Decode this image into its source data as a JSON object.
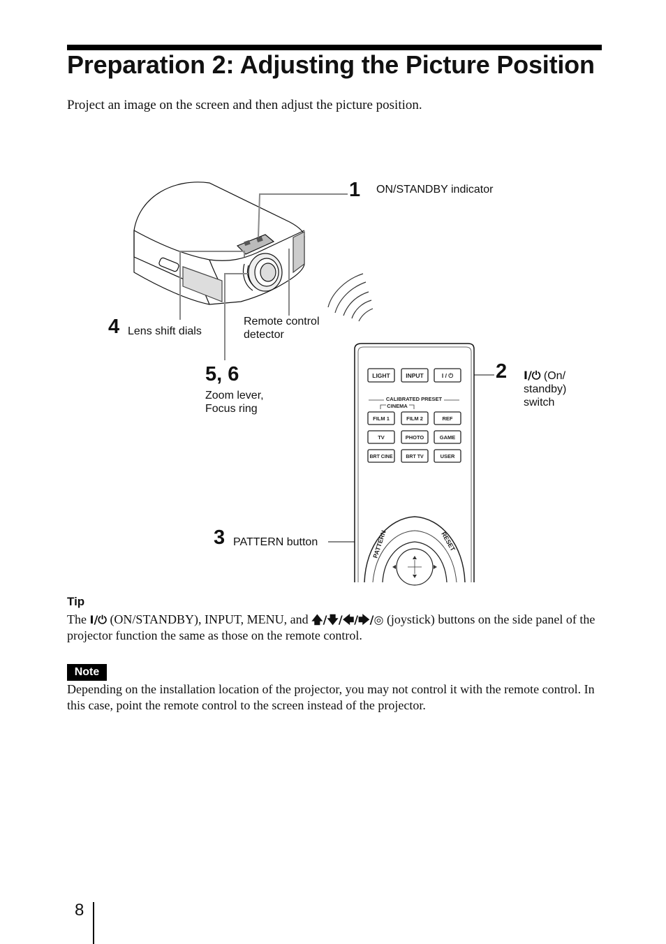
{
  "header": {
    "title": "Preparation 2: Adjusting the Picture Position",
    "intro": "Project an image on the screen and then adjust the picture position."
  },
  "figure": {
    "callouts": {
      "c1": {
        "number": "1",
        "label": "ON/STANDBY indicator"
      },
      "c2": {
        "number": "2",
        "power_symbol": "I/⏻",
        "label_line1": "(On/",
        "label_line2": "standby)",
        "label_line3": "switch"
      },
      "c3": {
        "number": "3",
        "label": "PATTERN button"
      },
      "c4": {
        "number": "4",
        "label": "Lens shift dials"
      },
      "c56": {
        "number": "5, 6",
        "label_line1": "Zoom lever,",
        "label_line2": "Focus ring"
      },
      "remote_detector": {
        "label_line1": "Remote control",
        "label_line2": "detector"
      }
    },
    "remote": {
      "row1": [
        "LIGHT",
        "INPUT",
        "I / ⏻"
      ],
      "calibrated_label": "CALIBRATED PRESET",
      "cinema_label": "CINEMA",
      "row2": [
        "FILM 1",
        "FILM 2",
        "REF"
      ],
      "row3": [
        "TV",
        "PHOTO",
        "GAME"
      ],
      "row4": [
        "BRT CINE",
        "BRT TV",
        "USER"
      ],
      "pattern_label": "PATTERN",
      "reset_label": "RESET"
    }
  },
  "tip": {
    "heading": "Tip",
    "text_before": "The ",
    "power_symbol": "I/⏻",
    "text_middle": " (ON/STANDBY), INPUT, MENU, and ",
    "arrows": "🡅/🡇/🡄/🡆/◎",
    "text_after": " (joystick) buttons on the side panel of the projector function the same as those on the remote control."
  },
  "note": {
    "badge": "Note",
    "text": "Depending on the installation location of the projector, you may not control it with the remote control. In this case, point the remote control to the screen instead of the projector."
  },
  "footer": {
    "page_number": "8"
  }
}
